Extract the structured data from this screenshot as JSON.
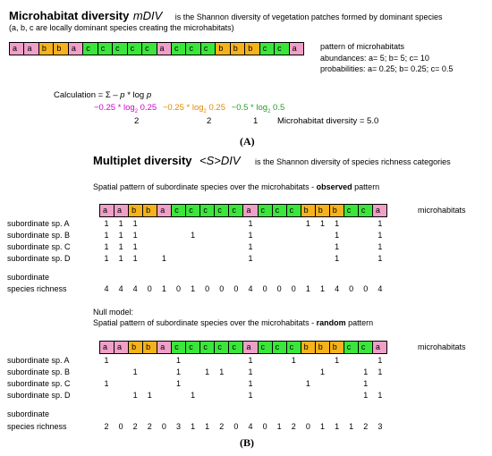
{
  "partA": {
    "title": "Microhabitat diversity",
    "title_symbol": "mDIV",
    "desc1": "is the Shannon diversity of vegetation patches formed by dominant species",
    "desc2": "(a, b, c are locally dominant species creating the microhabitats)",
    "strip": [
      "a",
      "a",
      "b",
      "b",
      "a",
      "c",
      "c",
      "c",
      "c",
      "c",
      "a",
      "c",
      "c",
      "c",
      "b",
      "b",
      "b",
      "c",
      "c",
      "a"
    ],
    "pattern_label": "pattern of microhabitats",
    "abundances": "abundances: a= 5; b= 5; c= 10",
    "probabilities": "probabilities: a= 0.25; b= 0.25; c= 0.5",
    "calc_label": "Calculation =",
    "calc_formula_sigma": "Σ",
    "calc_formula_p": "– p",
    "calc_formula_log": "* log",
    "calc_formula_p2": "p",
    "term_a": "−0.25 * log",
    "term_a_sub": "2",
    "term_a_val": " 0.25",
    "term_b": "−0.25 * log",
    "term_b_sub": "2",
    "term_b_val": " 0.25",
    "term_c": "−0.5 * log",
    "term_c_sub": "2",
    "term_c_val": " 0.5",
    "res_a": "2",
    "res_b": "2",
    "res_c": "1",
    "result": "Microhabitat diversity = 5.0",
    "caption": "(A)"
  },
  "partB": {
    "title": "Multiplet diversity",
    "title_symbol": "<S>DIV",
    "desc": "is the Shannon diversity of species richness categories",
    "observed_intro": "Spatial pattern of subordinate species over the microhabitats - ",
    "observed_bold": "observed",
    "observed_tail": " pattern",
    "observed_strip": [
      "a",
      "a",
      "b",
      "b",
      "a",
      "c",
      "c",
      "c",
      "c",
      "c",
      "a",
      "c",
      "c",
      "c",
      "b",
      "b",
      "b",
      "c",
      "c",
      "a"
    ],
    "microhabitats_label": "microhabitats",
    "observed_rows": [
      {
        "label": "subordinate sp. A",
        "cells": [
          "1",
          "1",
          "1",
          "",
          "",
          "",
          "",
          "",
          "",
          "",
          "1",
          "",
          "",
          "",
          "1",
          "1",
          "1",
          "",
          "",
          "1"
        ]
      },
      {
        "label": "subordinate sp. B",
        "cells": [
          "1",
          "1",
          "1",
          "",
          "",
          "",
          "1",
          "",
          "",
          "",
          "1",
          "",
          "",
          "",
          "",
          "",
          "1",
          "",
          "",
          "1"
        ]
      },
      {
        "label": "subordinate sp. C",
        "cells": [
          "1",
          "1",
          "1",
          "",
          "",
          "",
          "",
          "",
          "",
          "",
          "1",
          "",
          "",
          "",
          "",
          "",
          "1",
          "",
          "",
          "1"
        ]
      },
      {
        "label": "subordinate sp. D",
        "cells": [
          "1",
          "1",
          "1",
          "",
          "1",
          "",
          "",
          "",
          "",
          "",
          "1",
          "",
          "",
          "",
          "",
          "",
          "1",
          "",
          "",
          "1"
        ]
      }
    ],
    "richness_label1": "subordinate",
    "richness_label2": "species richness",
    "observed_richness": [
      "4",
      "4",
      "4",
      "0",
      "1",
      "0",
      "1",
      "0",
      "0",
      "0",
      "4",
      "0",
      "0",
      "0",
      "1",
      "1",
      "4",
      "0",
      "0",
      "4"
    ],
    "null_label": "Null model:",
    "random_intro": "Spatial pattern of subordinate species over the microhabitats - ",
    "random_bold": "random",
    "random_tail": " pattern",
    "random_strip": [
      "a",
      "a",
      "b",
      "b",
      "a",
      "c",
      "c",
      "c",
      "c",
      "c",
      "a",
      "c",
      "c",
      "c",
      "b",
      "b",
      "b",
      "c",
      "c",
      "a"
    ],
    "random_rows": [
      {
        "label": "subordinate sp. A",
        "cells": [
          "1",
          "",
          "",
          "",
          "",
          "1",
          "",
          "",
          "",
          "",
          "1",
          "",
          "",
          "1",
          "",
          "",
          "1",
          "",
          "",
          "1"
        ]
      },
      {
        "label": "subordinate sp. B",
        "cells": [
          "",
          "",
          "1",
          "",
          "",
          "1",
          "",
          "1",
          "1",
          "",
          "1",
          "",
          "",
          "",
          "",
          "1",
          "",
          "",
          "1",
          "1"
        ]
      },
      {
        "label": "subordinate sp. C",
        "cells": [
          "1",
          "",
          "",
          "",
          "",
          "1",
          "",
          "",
          "",
          "",
          "1",
          "",
          "",
          "",
          "1",
          "",
          "",
          "",
          "1",
          ""
        ]
      },
      {
        "label": "subordinate sp. D",
        "cells": [
          "",
          "",
          "1",
          "1",
          "",
          "",
          "1",
          "",
          "",
          "",
          "1",
          "",
          "",
          "",
          "",
          "",
          "",
          "",
          "1",
          "1"
        ]
      }
    ],
    "random_richness": [
      "2",
      "0",
      "2",
      "2",
      "0",
      "3",
      "1",
      "1",
      "2",
      "0",
      "4",
      "0",
      "1",
      "2",
      "0",
      "1",
      "1",
      "1",
      "2",
      "3"
    ],
    "caption": "(B)"
  },
  "colors": {
    "a": "#ef9fc8",
    "b": "#f5b21a",
    "c": "#3ae63a",
    "magenta": "#d000d0",
    "orange": "#e08a00",
    "green": "#2a9a2a"
  }
}
